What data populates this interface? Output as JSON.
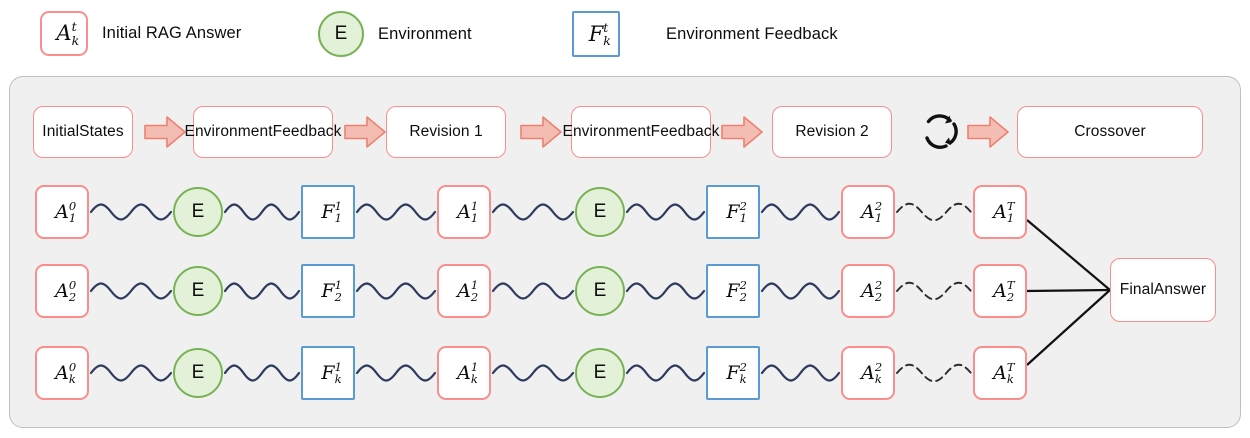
{
  "legend": {
    "items": [
      {
        "icon": "a-chip-icon",
        "symbol": {
          "base": "A",
          "sup": "t",
          "sub": "k"
        },
        "label": "Initial RAG Answer"
      },
      {
        "icon": "e-circle-icon",
        "symbol": {
          "base": "E",
          "sup": "",
          "sub": ""
        },
        "label": "Environment"
      },
      {
        "icon": "f-chip-icon",
        "symbol": {
          "base": "F",
          "sup": "t",
          "sub": "k"
        },
        "label": "Environment Feedback"
      }
    ]
  },
  "pipeline": {
    "stages": [
      {
        "name": "stage-initial-states",
        "label": "Initial\nStates"
      },
      {
        "name": "stage-environment-feedback-1",
        "label": "Environment\nFeedback"
      },
      {
        "name": "stage-revision-1",
        "label": "Revision 1"
      },
      {
        "name": "stage-environment-feedback-2",
        "label": "Environment\nFeedback"
      },
      {
        "name": "stage-revision-2",
        "label": "Revision 2"
      },
      {
        "name": "stage-crossover",
        "label": "Crossover"
      }
    ],
    "loop_icon": "repeat-cycle-icon",
    "arrow_icon": "right-arrow-icon"
  },
  "rows": [
    {
      "index": "1",
      "nodes": [
        {
          "type": "a",
          "base": "A",
          "sup": "0",
          "sub": "1"
        },
        {
          "type": "e",
          "base": "E",
          "sup": "",
          "sub": ""
        },
        {
          "type": "f",
          "base": "F",
          "sup": "1",
          "sub": "1"
        },
        {
          "type": "a",
          "base": "A",
          "sup": "1",
          "sub": "1"
        },
        {
          "type": "e",
          "base": "E",
          "sup": "",
          "sub": ""
        },
        {
          "type": "f",
          "base": "F",
          "sup": "2",
          "sub": "1"
        },
        {
          "type": "a",
          "base": "A",
          "sup": "2",
          "sub": "1"
        },
        {
          "type": "a",
          "base": "A",
          "sup": "T",
          "sub": "1"
        }
      ]
    },
    {
      "index": "2",
      "nodes": [
        {
          "type": "a",
          "base": "A",
          "sup": "0",
          "sub": "2"
        },
        {
          "type": "e",
          "base": "E",
          "sup": "",
          "sub": ""
        },
        {
          "type": "f",
          "base": "F",
          "sup": "1",
          "sub": "2"
        },
        {
          "type": "a",
          "base": "A",
          "sup": "1",
          "sub": "2"
        },
        {
          "type": "e",
          "base": "E",
          "sup": "",
          "sub": ""
        },
        {
          "type": "f",
          "base": "F",
          "sup": "2",
          "sub": "2"
        },
        {
          "type": "a",
          "base": "A",
          "sup": "2",
          "sub": "2"
        },
        {
          "type": "a",
          "base": "A",
          "sup": "T",
          "sub": "2"
        }
      ]
    },
    {
      "index": "k",
      "nodes": [
        {
          "type": "a",
          "base": "A",
          "sup": "0",
          "sub": "k"
        },
        {
          "type": "e",
          "base": "E",
          "sup": "",
          "sub": ""
        },
        {
          "type": "f",
          "base": "F",
          "sup": "1",
          "sub": "k"
        },
        {
          "type": "a",
          "base": "A",
          "sup": "1",
          "sub": "k"
        },
        {
          "type": "e",
          "base": "E",
          "sup": "",
          "sub": ""
        },
        {
          "type": "f",
          "base": "F",
          "sup": "2",
          "sub": "k"
        },
        {
          "type": "a",
          "base": "A",
          "sup": "2",
          "sub": "k"
        },
        {
          "type": "a",
          "base": "A",
          "sup": "T",
          "sub": "k"
        }
      ]
    }
  ],
  "final": {
    "label": "Final\nAnswer",
    "name": "final-answer-box"
  },
  "colors": {
    "answer_border": "#f98e8c",
    "feedback_border": "#5b9bd5",
    "environment_border": "#77b255",
    "environment_fill": "#e4f1d9",
    "panel_bg": "#f0f0f0",
    "panel_border": "#bfbfbf",
    "wave": "#2e3b5e",
    "arrow_fill": "#f4bdb4",
    "arrow_stroke": "#ef8070",
    "converge_line": "#111111",
    "page_bg": "#ffffff"
  }
}
